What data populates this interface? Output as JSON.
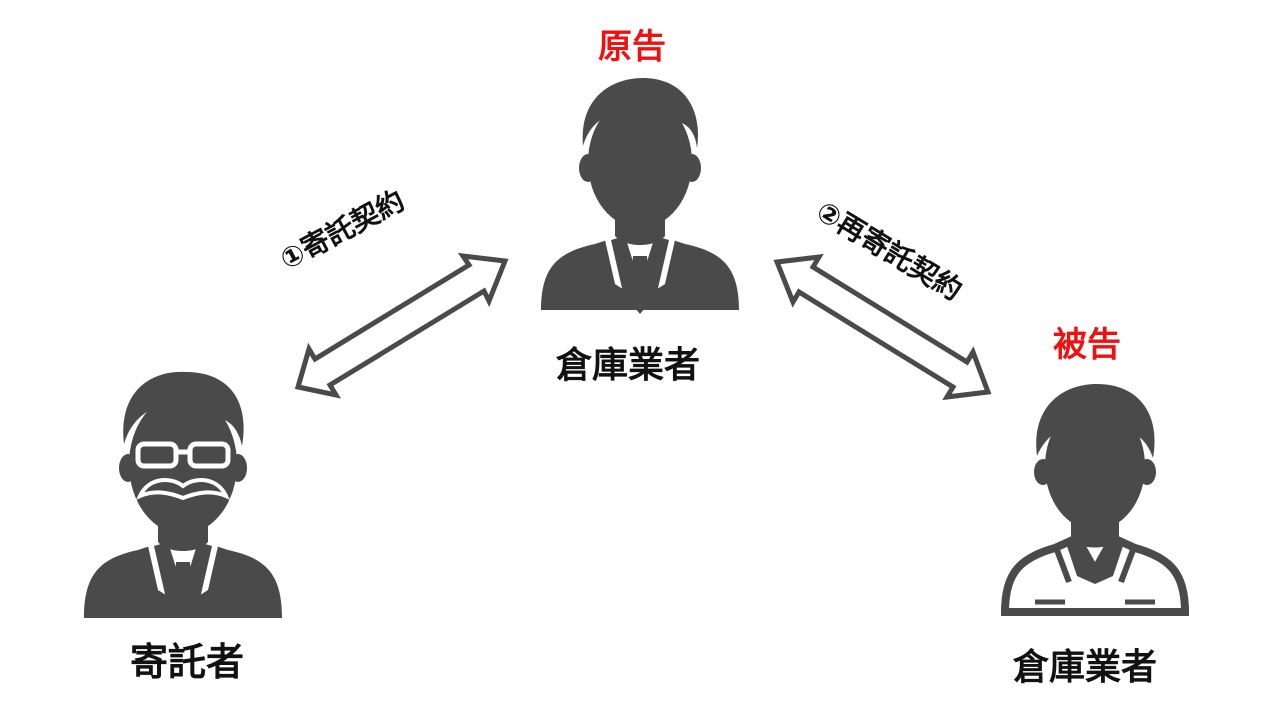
{
  "colors": {
    "figure": "#4a4a4a",
    "role_text": "#ee1111",
    "label_text": "#111111"
  },
  "nodes": {
    "center": {
      "role": "原告",
      "name": "倉庫業者",
      "icon": "businessman-icon"
    },
    "left": {
      "name": "寄託者",
      "icon": "man-with-glasses-and-mustache-icon"
    },
    "right": {
      "role": "被告",
      "name": "倉庫業者",
      "icon": "man-casual-shirt-icon"
    }
  },
  "edges": [
    {
      "from": "left",
      "to": "center",
      "label": "①寄託契約"
    },
    {
      "from": "center",
      "to": "right",
      "label": "②再寄託契約"
    }
  ]
}
